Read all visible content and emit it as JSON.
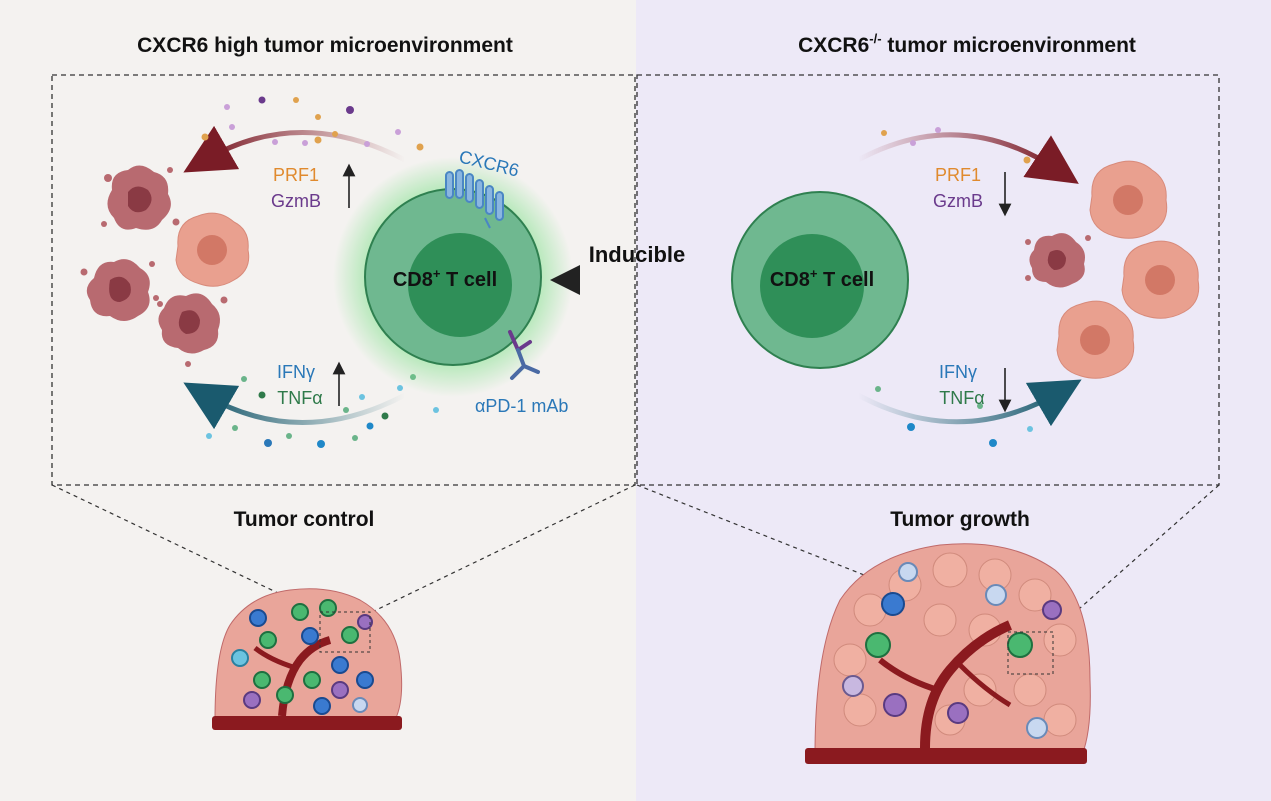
{
  "left_panel": {
    "title": "CXCR6 high tumor microenvironment",
    "cell_label": "CD8",
    "cell_label_sup": "+",
    "cell_label_rest": " T cell",
    "receptor_label": "CXCR6",
    "antibody_label": "αPD-1 mAb",
    "cytotoxic": {
      "line1": "PRF1",
      "line2": "GzmB",
      "direction": "up"
    },
    "cytokines": {
      "line1": "IFNγ",
      "line2": "TNFα",
      "direction": "up"
    },
    "outcome": "Tumor control"
  },
  "center": {
    "arrow_label": "Inducible"
  },
  "right_panel": {
    "title_main": "CXCR6",
    "title_sup": "-/-",
    "title_rest": " tumor microenvironment",
    "cell_label": "CD8",
    "cell_label_sup": "+",
    "cell_label_rest": " T cell",
    "cytotoxic": {
      "line1": "PRF1",
      "line2": "GzmB",
      "direction": "down"
    },
    "cytokines": {
      "line1": "IFNγ",
      "line2": "TNFα",
      "direction": "down"
    },
    "outcome": "Tumor growth"
  },
  "colors": {
    "prf1": "#e08a2e",
    "gzmb": "#6a3a8c",
    "ifng": "#2a78b8",
    "tnfa": "#2f7a4a",
    "cxcr6": "#4a86c4",
    "tcell": "#6fb890",
    "tcell_nucleus": "#2f8f58",
    "tumor": "#e9a08f",
    "dying_tumor": "#b86a70",
    "vessel": "#8b1a1f"
  }
}
